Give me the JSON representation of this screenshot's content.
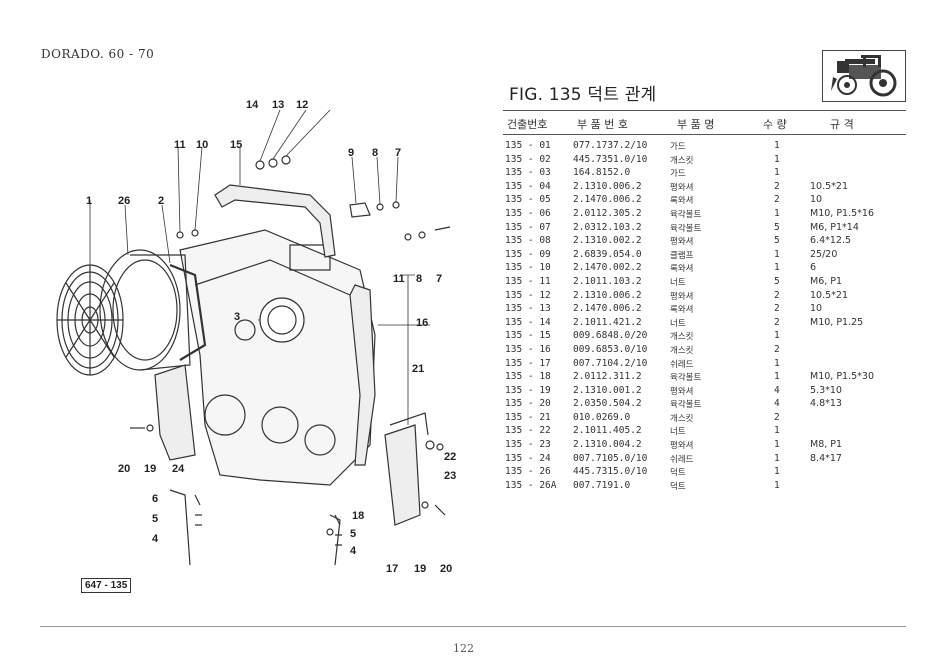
{
  "header": {
    "model": "DORADO. 60 - 70",
    "figure_title": "FIG. 135 덕트 관계",
    "page_number": "122",
    "plate_code": "647 - 135"
  },
  "table": {
    "columns": [
      "건출번호",
      "부 품 번 호",
      "부 품 명",
      "수 량",
      "규   격"
    ],
    "rows": [
      {
        "no": "135 - 01",
        "part": "077.1737.2/10",
        "name": "가드",
        "qty": "1",
        "spec": ""
      },
      {
        "no": "135 - 02",
        "part": "445.7351.0/10",
        "name": "개스킷",
        "qty": "1",
        "spec": ""
      },
      {
        "no": "135 - 03",
        "part": "164.8152.0",
        "name": "가드",
        "qty": "1",
        "spec": ""
      },
      {
        "no": "135 - 04",
        "part": "2.1310.006.2",
        "name": "평와셔",
        "qty": "2",
        "spec": "10.5*21"
      },
      {
        "no": "135 - 05",
        "part": "2.1470.006.2",
        "name": "록와셔",
        "qty": "2",
        "spec": "10"
      },
      {
        "no": "135 - 06",
        "part": "2.0112.305.2",
        "name": "육각볼트",
        "qty": "1",
        "spec": "M10, P1.5*16"
      },
      {
        "no": "135 - 07",
        "part": "2.0312.103.2",
        "name": "육각볼트",
        "qty": "5",
        "spec": "M6, P1*14"
      },
      {
        "no": "135 - 08",
        "part": "2.1310.002.2",
        "name": "평와셔",
        "qty": "5",
        "spec": "6.4*12.5"
      },
      {
        "no": "135 - 09",
        "part": "2.6839.054.0",
        "name": "클램프",
        "qty": "1",
        "spec": "25/20"
      },
      {
        "no": "135 - 10",
        "part": "2.1470.002.2",
        "name": "록와셔",
        "qty": "1",
        "spec": "6"
      },
      {
        "no": "135 - 11",
        "part": "2.1011.103.2",
        "name": "너트",
        "qty": "5",
        "spec": "M6, P1"
      },
      {
        "no": "135 - 12",
        "part": "2.1310.006.2",
        "name": "평와셔",
        "qty": "2",
        "spec": "10.5*21"
      },
      {
        "no": "135 - 13",
        "part": "2.1470.006.2",
        "name": "록와셔",
        "qty": "2",
        "spec": "10"
      },
      {
        "no": "135 - 14",
        "part": "2.1011.421.2",
        "name": "너트",
        "qty": "2",
        "spec": "M10, P1.25"
      },
      {
        "no": "135 - 15",
        "part": "009.6848.0/20",
        "name": "개스킷",
        "qty": "1",
        "spec": ""
      },
      {
        "no": "135 - 16",
        "part": "009.6853.0/10",
        "name": "개스킷",
        "qty": "2",
        "spec": ""
      },
      {
        "no": "135 - 17",
        "part": "007.7104.2/10",
        "name": "쉬레드",
        "qty": "1",
        "spec": ""
      },
      {
        "no": "135 - 18",
        "part": "2.0112.311.2",
        "name": "육각볼트",
        "qty": "1",
        "spec": "M10, P1.5*30"
      },
      {
        "no": "135 - 19",
        "part": "2.1310.001.2",
        "name": "평와셔",
        "qty": "4",
        "spec": "5.3*10"
      },
      {
        "no": "135 - 20",
        "part": "2.0350.504.2",
        "name": "육각볼트",
        "qty": "4",
        "spec": "4.8*13"
      },
      {
        "no": "135 - 21",
        "part": "010.0269.0",
        "name": "개스킷",
        "qty": "2",
        "spec": ""
      },
      {
        "no": "135 - 22",
        "part": "2.1011.405.2",
        "name": "너트",
        "qty": "1",
        "spec": ""
      },
      {
        "no": "135 - 23",
        "part": "2.1310.004.2",
        "name": "평와셔",
        "qty": "1",
        "spec": "M8, P1"
      },
      {
        "no": "135 - 24",
        "part": "007.7105.0/10",
        "name": "쉬레드",
        "qty": "1",
        "spec": "8.4*17"
      },
      {
        "no": "135 - 26",
        "part": "445.7315.0/10",
        "name": "덕트",
        "qty": "1",
        "spec": ""
      },
      {
        "no": "135 - 26A",
        "part": "007.7191.0",
        "name": "덕트",
        "qty": "1",
        "spec": ""
      }
    ]
  },
  "diagram_callouts": [
    "14",
    "13",
    "12",
    "11",
    "10",
    "15",
    "9",
    "8",
    "7",
    "1",
    "26",
    "2",
    "3",
    "16",
    "11",
    "8",
    "7",
    "21",
    "20",
    "19",
    "24",
    "22",
    "23",
    "6",
    "5",
    "4",
    "18",
    "5",
    "4",
    "17",
    "19",
    "20"
  ]
}
